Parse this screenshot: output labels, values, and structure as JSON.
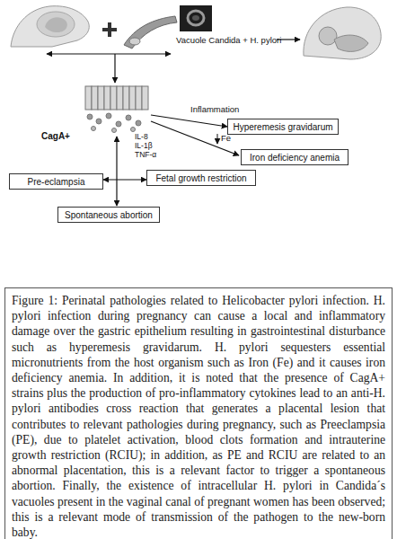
{
  "diagram": {
    "caption": "Figure 1: Perinatal pathologies related to Helicobacter pylori infection. H. pylori infection during pregnancy can cause a local and inflammatory damage over the gastric epithelium resulting in gastrointestinal disturbance such as hyperemesis gravidarum. H. pylori sequesters essential micronutrients from the host organism such as Iron (Fe) and it causes iron deficiency anemia. In addition, it is noted that the presence of CagA+ strains plus the production of pro-inflammatory cytokines lead to an anti-H. pylori antibodies cross reaction that generates a placental lesion that contributes to relevant pathologies during pregnancy, such as Preeclampsia (PE), due to platelet activation, blood clots formation and intrauterine growth restriction (RCIU); in addition, as PE and RCIU are related to an abnormal placentation, this is a relevant factor to trigger a spontaneous abortion. Finally, the existence of intracellular H. pylori in Candida´s vacuoles present in the vaginal canal of pregnant women has been observed; this is a relevant mode of transmission of the pathogen to the new-born baby.",
    "nodes": [
      {
        "text": [
          "Hyperemesis gravidarum"
        ]
      },
      {
        "text": [
          "Iron deficiency anemia"
        ]
      },
      {
        "text": [
          "Pre-eclampsia"
        ]
      },
      {
        "text": [
          "Fetal growth restriction"
        ]
      },
      {
        "text": [
          "Spontaneous abortion"
        ]
      }
    ],
    "edges": [
      {
        "from": 2,
        "to": 3,
        "arrow": "both"
      }
    ],
    "labels": [
      "Vacuole Candida + H. pylori",
      "CagA+",
      "IL-8",
      "IL-1β",
      "TNF-α",
      "Inflammation",
      "Fe"
    ]
  }
}
